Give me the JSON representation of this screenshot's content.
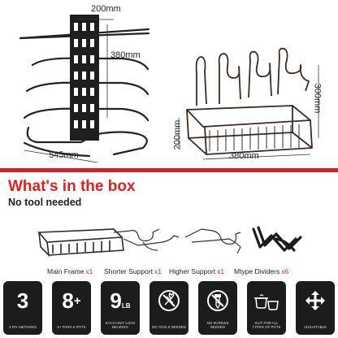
{
  "dimensions": {
    "rack_width": "200mm",
    "rack_height": "380mm",
    "rack_depth": "545mm",
    "base_height": "300mm",
    "base_depth": "200mm",
    "base_width": "380mm"
  },
  "box": {
    "title": "What's in the box",
    "subtitle": "No tool needed"
  },
  "parts": [
    {
      "label": "Main Frame",
      "qty": "x1"
    },
    {
      "label": "Shorter Support",
      "qty": "x1"
    },
    {
      "label": "Higher Support",
      "qty": "x1"
    },
    {
      "label": "Mtype Dividers",
      "qty": "x6"
    }
  ],
  "features": [
    {
      "value": "3",
      "caption": "3 DIY METHODS",
      "icon": ""
    },
    {
      "value": "8+",
      "caption": "8+ PANS & POTS",
      "icon": ""
    },
    {
      "value": "9LB",
      "caption": "EACH UNIT LOAD BEARING",
      "icon": ""
    },
    {
      "value": "",
      "caption": "NO TOOLS NEEDED",
      "icon": "no-tools-icon"
    },
    {
      "value": "",
      "caption": "NO SCREWS NEEDED",
      "icon": "no-screws-icon"
    },
    {
      "value": "",
      "caption": "SUIT FOR ALL TYPES OF POTS",
      "icon": "pots-icon"
    },
    {
      "value": "",
      "caption": "ADJUSTABLE",
      "icon": "adjustable-arrows-icon"
    }
  ],
  "colors": {
    "accent_red": "#d61f26",
    "badge_bg": "#1c1c1c",
    "frame_black": "#222222"
  }
}
